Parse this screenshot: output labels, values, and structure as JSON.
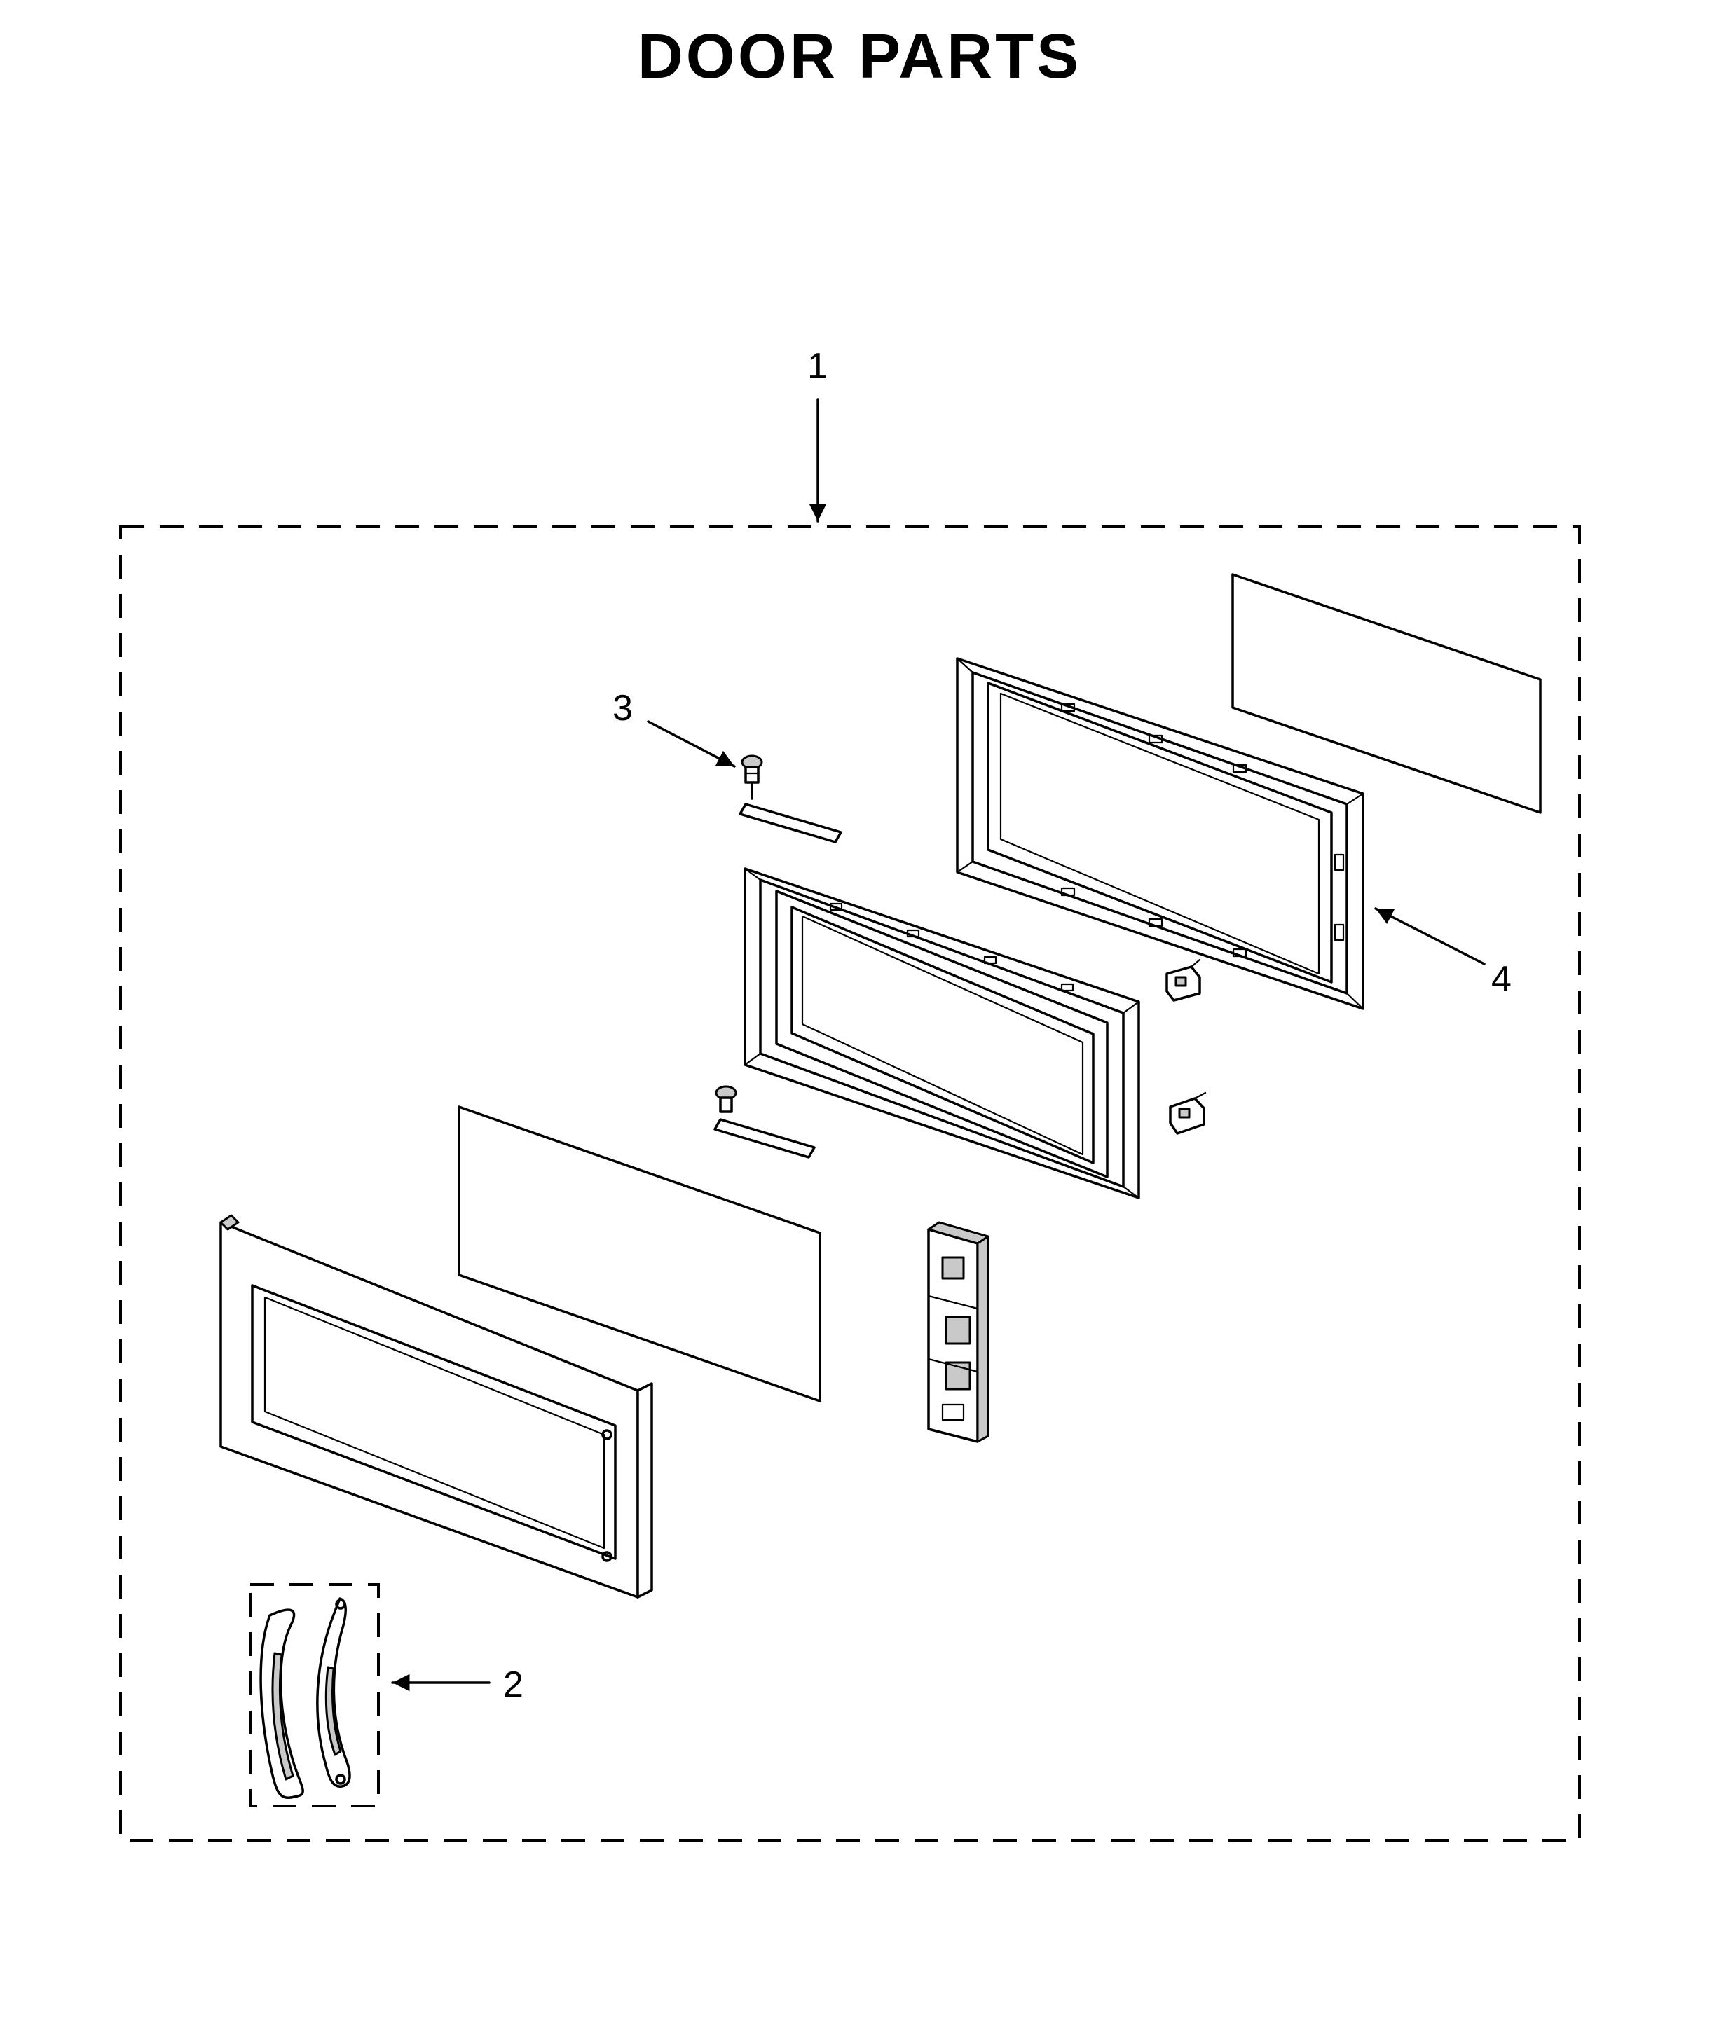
{
  "title": "DOOR PARTS",
  "callouts": [
    {
      "id": "1",
      "label": "1"
    },
    {
      "id": "2",
      "label": "2"
    },
    {
      "id": "3",
      "label": "3"
    },
    {
      "id": "4",
      "label": "4"
    }
  ]
}
